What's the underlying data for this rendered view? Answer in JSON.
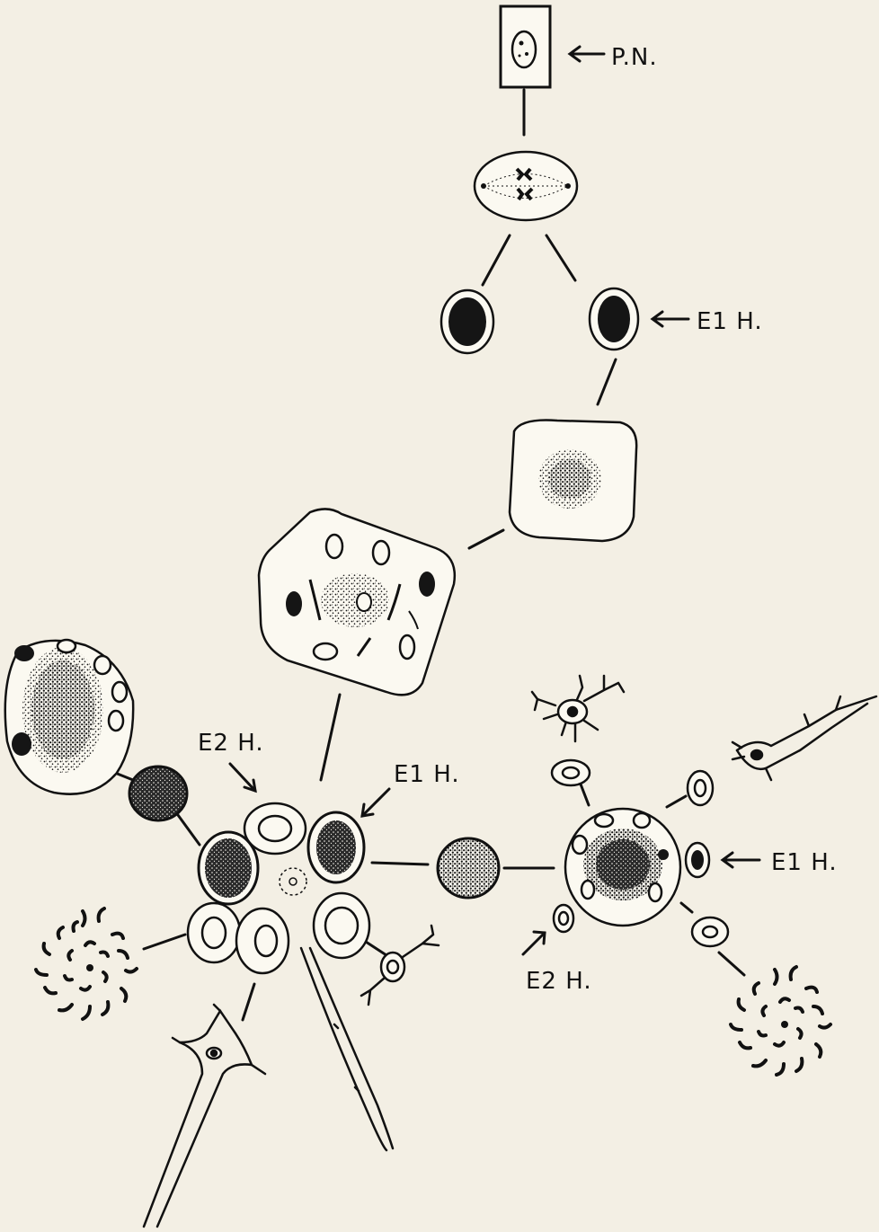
{
  "labels": {
    "pn": "P.N.",
    "e1h_top": "E1 H.",
    "e2h_left": "E2 H.",
    "e1h_left": "E1 H.",
    "e1h_right": "E1 H.",
    "e2h_right": "E2 H."
  },
  "colors": {
    "paper": "#f3efe4",
    "ink": "#111111"
  }
}
